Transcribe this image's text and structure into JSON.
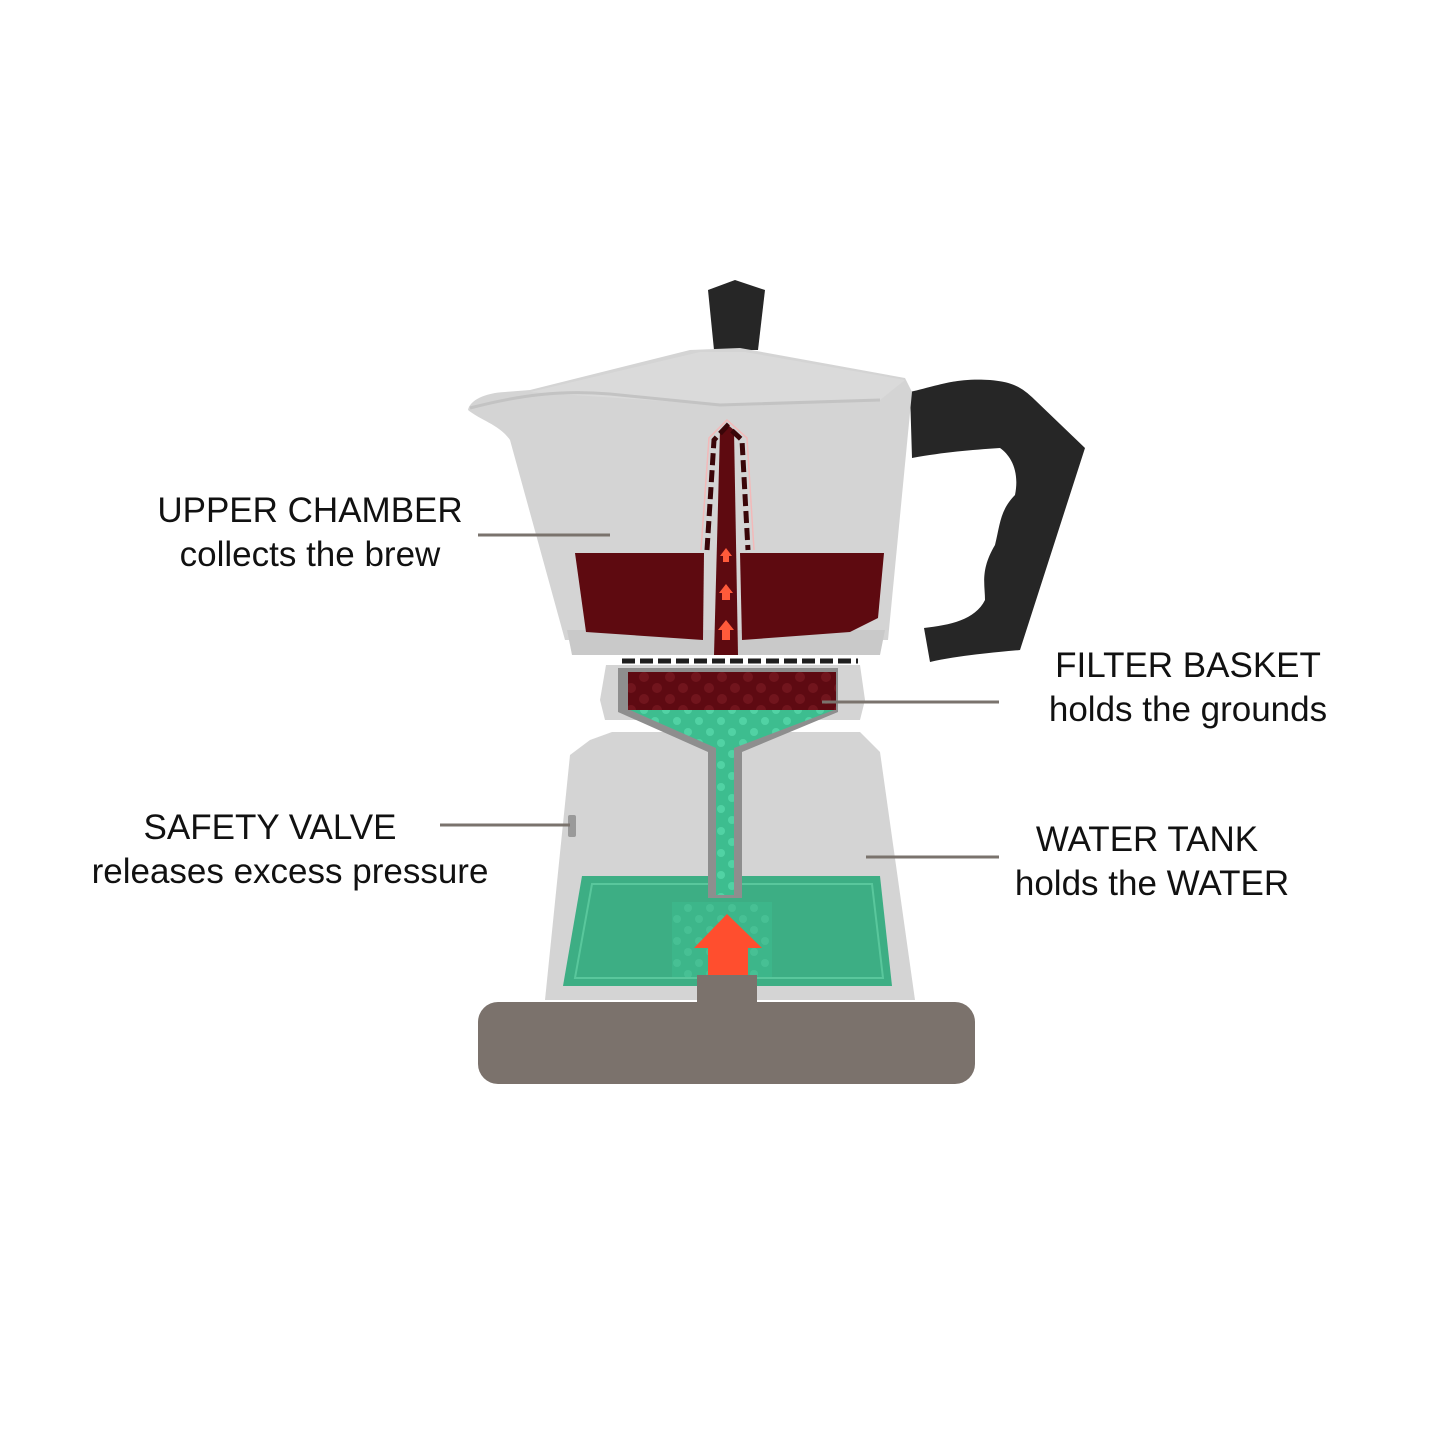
{
  "diagram": {
    "subject": "Moka pot cross-section",
    "colors": {
      "body": "#d4d4d4",
      "body_edge": "#c4c4c4",
      "handle": "#262626",
      "coffee": "#5e0a10",
      "grounds": "#6b1016",
      "water": "#3dae84",
      "water_bubbles": "#4fd6a8",
      "funnel": "#8e8e8e",
      "arrow": "#ff4e2e",
      "burner": "#7b726c",
      "leader_line": "#7a736d"
    },
    "labels": [
      {
        "id": "upper-chamber",
        "title": "UPPER CHAMBER",
        "subtitle": "collects the brew"
      },
      {
        "id": "filter-basket",
        "title": "FILTER BASKET",
        "subtitle": "holds the grounds"
      },
      {
        "id": "safety-valve",
        "title": "SAFETY VALVE",
        "subtitle": "releases excess pressure"
      },
      {
        "id": "water-tank",
        "title": "WATER TANK",
        "subtitle": "holds the WATER"
      }
    ],
    "icons": {
      "lid_knob": "lid-knob-icon",
      "handle": "handle-icon",
      "steam_arrow": "up-arrow-icon",
      "flow_arrows": "small-up-arrow-icon",
      "heat_source": "burner-icon"
    }
  }
}
